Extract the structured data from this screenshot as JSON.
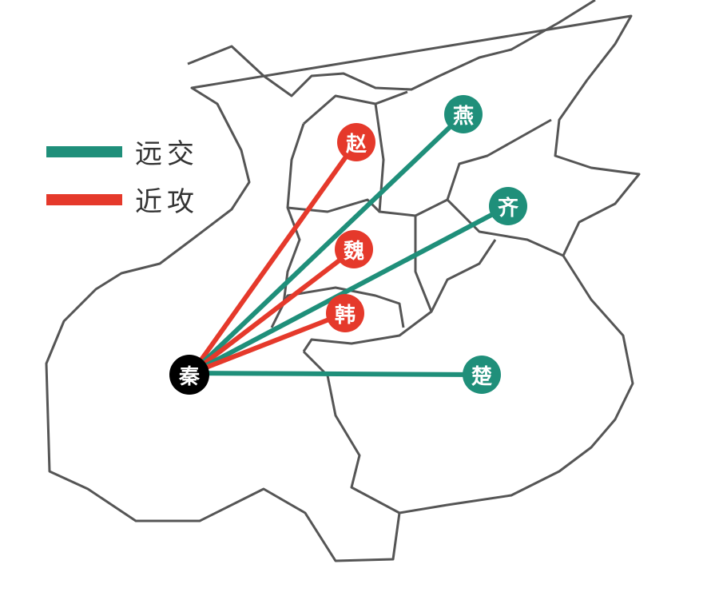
{
  "colors": {
    "far": "#1f8f7a",
    "near": "#e5392b",
    "origin": "#000000",
    "border": "#555555"
  },
  "legend": [
    {
      "label": "远交",
      "strategy": "far"
    },
    {
      "label": "近攻",
      "strategy": "near"
    }
  ],
  "origin": {
    "name": "秦"
  },
  "states": [
    {
      "name": "赵",
      "strategy": "near"
    },
    {
      "name": "燕",
      "strategy": "far"
    },
    {
      "name": "魏",
      "strategy": "near"
    },
    {
      "name": "齐",
      "strategy": "far"
    },
    {
      "name": "韩",
      "strategy": "near"
    },
    {
      "name": "楚",
      "strategy": "far"
    }
  ]
}
